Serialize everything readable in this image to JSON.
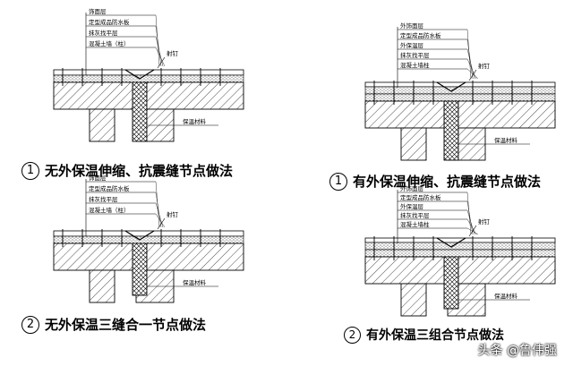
{
  "colors": {
    "ink": "#000000",
    "bg": "#ffffff",
    "insulation": "#cfcfcf"
  },
  "panels": [
    {
      "id": "p1",
      "number": "1",
      "title": "无外保温伸缩、抗震缝节点做法",
      "layers": [
        "饰面层",
        "定型成品防水板",
        "抹灰找平层",
        "混凝土墙（柱）"
      ],
      "nail": "射钉",
      "insulation": "保温材料"
    },
    {
      "id": "p2",
      "number": "2",
      "title": "无外保温三缝合一节点做法",
      "layers": [
        "饰面层",
        "定型成品防水板",
        "抹灰找平层",
        "混凝土墙（柱）"
      ],
      "nail": "射钉",
      "insulation": "保温材料"
    },
    {
      "id": "p3",
      "number": "1",
      "title": "有外保温伸缩、抗震缝节点做法",
      "layers": [
        "外饰面层",
        "定型成品防水板",
        "外保温层",
        "抹灰找平层",
        "混凝土墙柱"
      ],
      "nail": "射钉",
      "insulation": "保温材料"
    },
    {
      "id": "p4",
      "number": "2",
      "title": "有外保温三组合节点做法",
      "layers": [
        "外饰面层",
        "定型成品防水板",
        "外保温层",
        "抹灰找平层",
        "混凝土墙柱"
      ],
      "nail": "射钉",
      "insulation": "保温材料"
    }
  ],
  "watermark": {
    "text": "头条 @鲁伟强"
  }
}
